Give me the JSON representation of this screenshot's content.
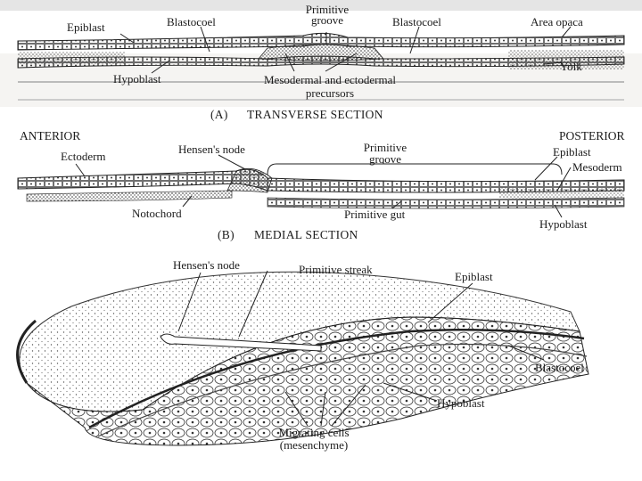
{
  "figure": {
    "panel_a": {
      "caption_letter": "(A)",
      "caption_title": "TRANSVERSE SECTION",
      "labels": {
        "epiblast": "Epiblast",
        "blastocoel_left": "Blastocoel",
        "primitive_groove": "Primitive groove",
        "blastocoel_right": "Blastocoel",
        "area_opaca": "Area opaca",
        "hypoblast": "Hypoblast",
        "yolk": "Yolk",
        "mesodermal_precursors": "Mesodermal and ectodermal precursors"
      }
    },
    "panel_b": {
      "caption_letter": "(B)",
      "caption_title": "MEDIAL SECTION",
      "labels": {
        "anterior": "ANTERIOR",
        "posterior": "POSTERIOR",
        "ectoderm": "Ectoderm",
        "hensens_node": "Hensen's node",
        "primitive_groove": "Primitive groove",
        "epiblast": "Epiblast",
        "mesoderm": "Mesoderm",
        "notochord": "Notochord",
        "primitive_gut": "Primitive gut",
        "hypoblast": "Hypoblast"
      }
    },
    "panel_c": {
      "labels": {
        "hensens_node": "Hensen's node",
        "primitive_streak": "Primitive streak",
        "epiblast": "Epiblast",
        "blastocoel": "Blastocoel",
        "hypoblast": "Hypoblast",
        "migrating_cells_line1": "Migrating cells",
        "migrating_cells_line2": "(mesenchyme)"
      }
    }
  }
}
